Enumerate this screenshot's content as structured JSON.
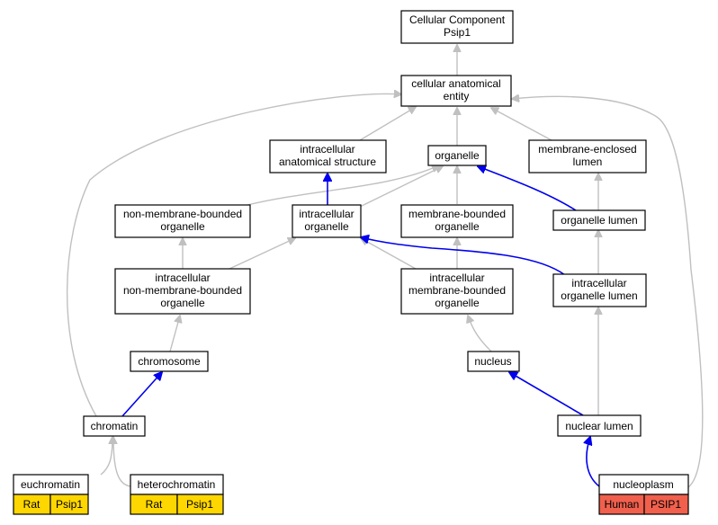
{
  "nodes": {
    "root": [
      "Cellular Component",
      "Psip1"
    ],
    "cae": [
      "cellular anatomical",
      "entity"
    ],
    "ias": [
      "intracellular",
      "anatomical structure"
    ],
    "organelle": [
      "organelle"
    ],
    "mel": [
      "membrane-enclosed",
      "lumen"
    ],
    "nmbo": [
      "non-membrane-bounded",
      "organelle"
    ],
    "io": [
      "intracellular",
      "organelle"
    ],
    "mbo": [
      "membrane-bounded",
      "organelle"
    ],
    "ol": [
      "organelle lumen"
    ],
    "inmbo": [
      "intracellular",
      "non-membrane-bounded",
      "organelle"
    ],
    "imbo": [
      "intracellular",
      "membrane-bounded",
      "organelle"
    ],
    "iol": [
      "intracellular",
      "organelle lumen"
    ],
    "chromosome": [
      "chromosome"
    ],
    "nucleus": [
      "nucleus"
    ],
    "chromatin": [
      "chromatin"
    ],
    "nl": [
      "nuclear lumen"
    ],
    "euchromatin": [
      "euchromatin"
    ],
    "heterochromatin": [
      "heterochromatin"
    ],
    "nucleoplasm": [
      "nucleoplasm"
    ]
  },
  "annotations": {
    "euchromatin": {
      "cells": [
        "Rat",
        "Psip1"
      ],
      "color": "#ffd700"
    },
    "heterochromatin": {
      "cells": [
        "Rat",
        "Psip1"
      ],
      "color": "#ffd700"
    },
    "nucleoplasm": {
      "cells": [
        "Human",
        "PSIP1"
      ],
      "color": "#f0604d"
    }
  },
  "colors": {
    "is_a": "#c0c0c0",
    "part_of": "#0000ee"
  }
}
